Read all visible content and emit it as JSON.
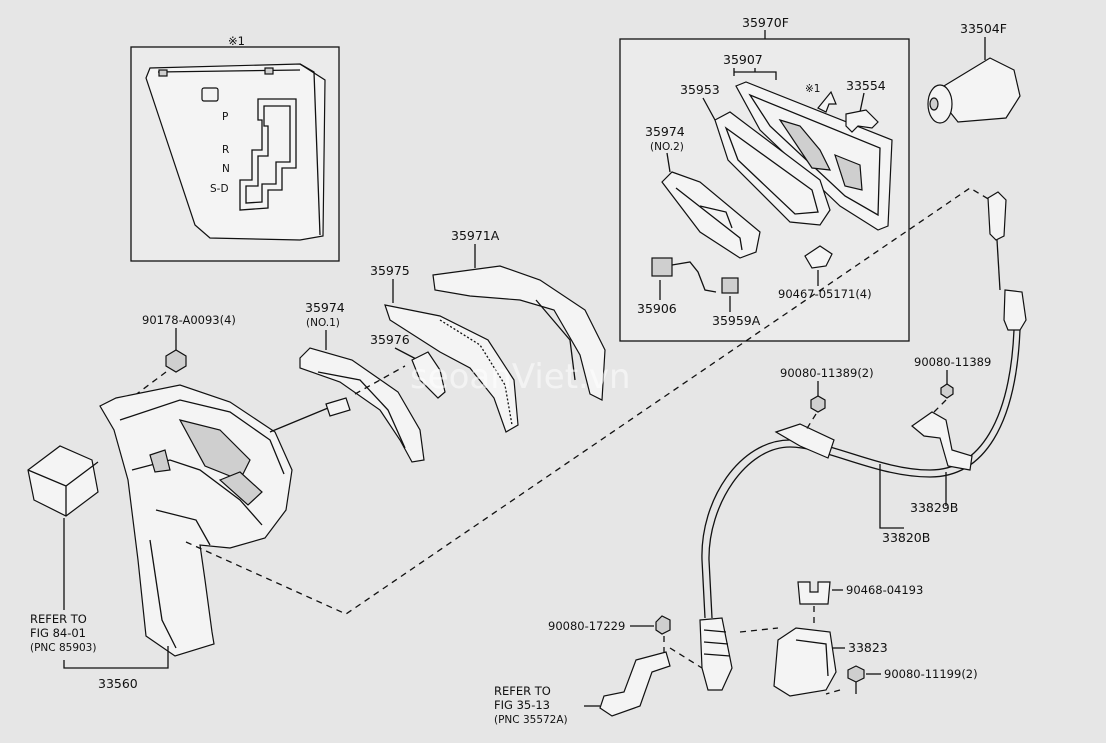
{
  "labels": {
    "note1": "※1",
    "p_35970F": "35970F",
    "p_33504F": "33504F",
    "p_35907": "35907",
    "p_35953": "35953",
    "p_33554": "33554",
    "note1_arrow": "※1",
    "p_35974_no2": "35974",
    "no2": "(NO.2)",
    "p_35906": "35906",
    "p_35959A": "35959A",
    "p_90467": "90467-05171(4)",
    "p_35971A": "35971A",
    "p_35975": "35975",
    "p_35974_no1": "35974",
    "no1": "(NO.1)",
    "p_35976": "35976",
    "p_90178": "90178-A0093(4)",
    "p_90080_11389_2": "90080-11389(2)",
    "p_90080_11389": "90080-11389",
    "p_33829B": "33829B",
    "p_33820B": "33820B",
    "p_90468": "90468-04193",
    "p_33823": "33823",
    "p_90080_17229": "90080-17229",
    "p_90080_11199": "90080-11199(2)",
    "p_33560": "33560",
    "ref1_l1": "REFER TO",
    "ref1_l2": "FIG 84-01",
    "ref1_l3": "(PNC 85903)",
    "ref2_l1": "REFER TO",
    "ref2_l2": "FIG 35-13",
    "ref2_l3": "(PNC 35572A)"
  },
  "gate_letters": [
    "P",
    "R",
    "N",
    "S-D"
  ],
  "watermark": "seoanViet.vn"
}
